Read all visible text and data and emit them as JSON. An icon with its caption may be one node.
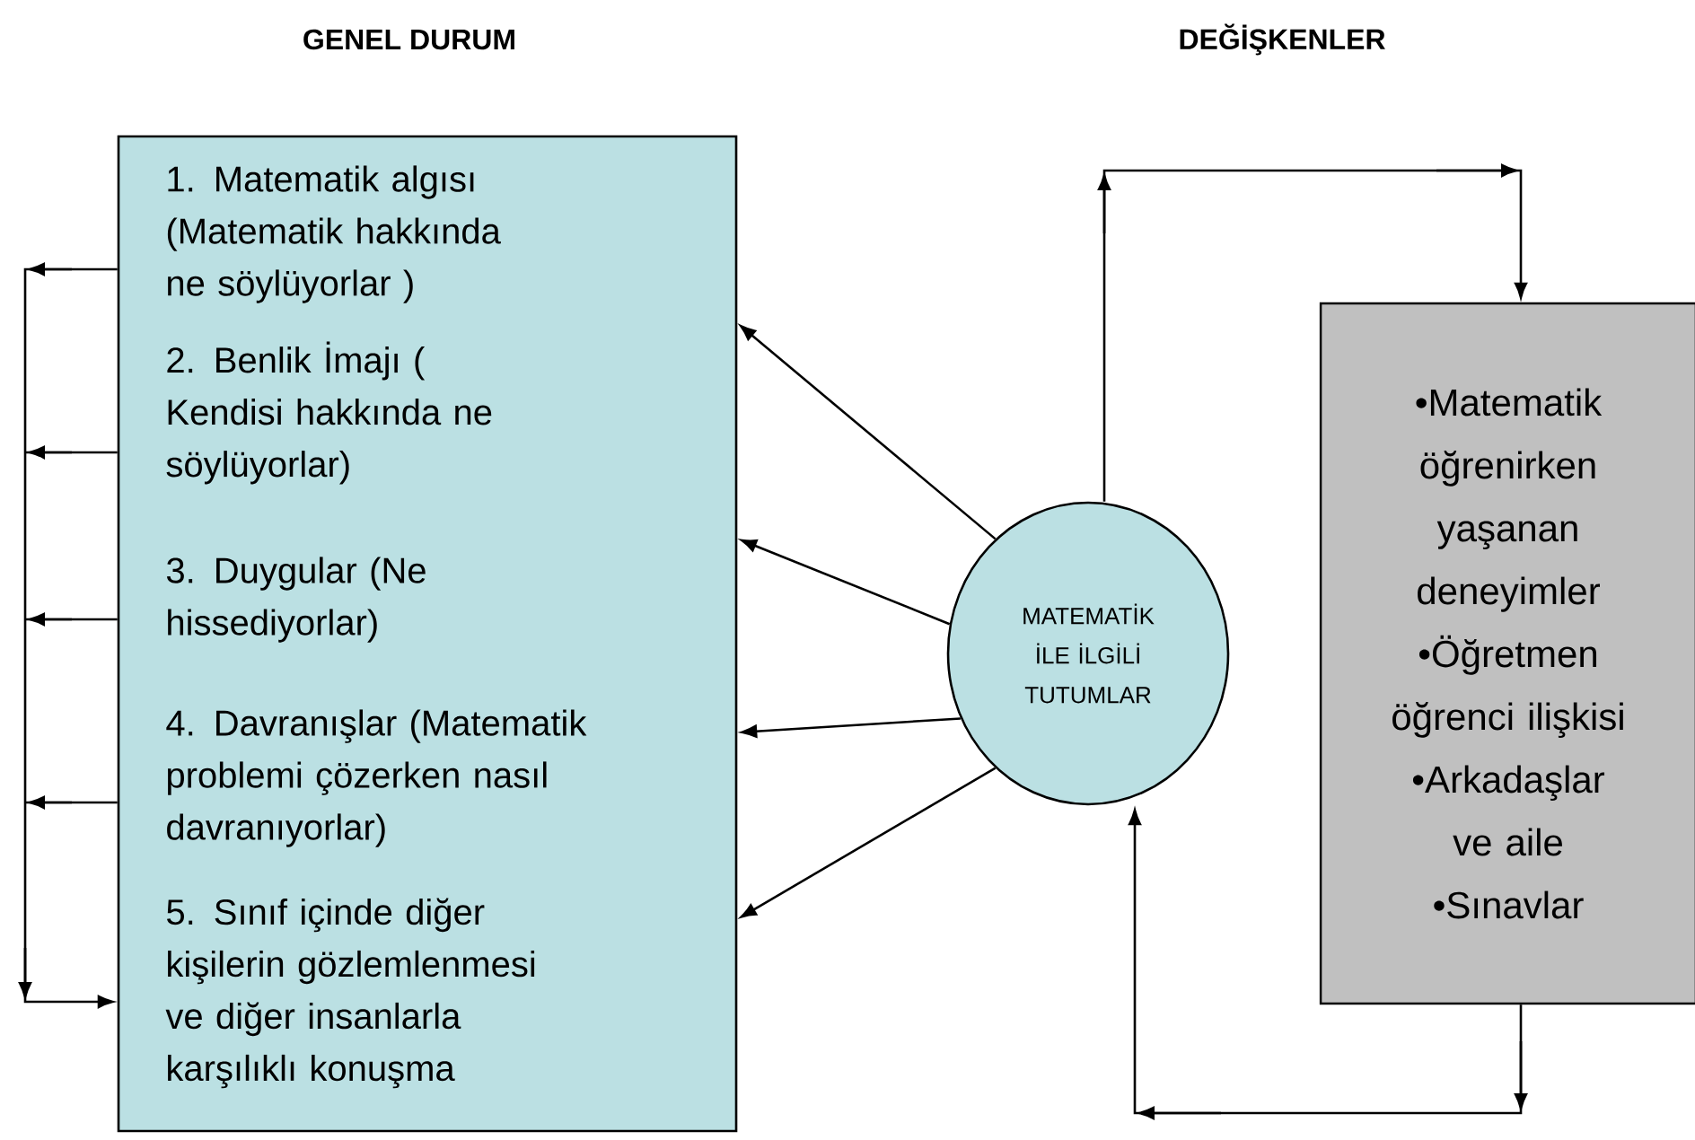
{
  "diagram": {
    "nodes": [
      {
        "text": [
          "1. Matematik algısı (Matematik hakkında ne söylüyorlar )",
          "2. Benlik İmajı ( Kendisi hakkında ne söylüyorlar)",
          "3. Duygular (Ne hissediyorlar)",
          "4. Davranışlar (Matematik problemi çözerken nasıl davranıyorlar)",
          "5. Sınıf içinde diğer kişilerin gözlemlenmesi ve diğer insanlarla karşılıklı konuşma"
        ]
      },
      {
        "text": [
          "MATEMATİK İLE İLGİLİ TUTUMLAR"
        ]
      },
      {
        "text": [
          "•Matematik öğrenirken yaşanan deneyimler",
          "•Öğretmen öğrenci ilişkisi",
          "•Arkadaşlar ve aile",
          "•Sınavlar"
        ]
      }
    ],
    "edges": [
      {
        "from": 1,
        "to": 0,
        "arrow": "to"
      },
      {
        "from": 1,
        "to": 0,
        "arrow": "to"
      },
      {
        "from": 1,
        "to": 0,
        "arrow": "to"
      },
      {
        "from": 1,
        "to": 0,
        "arrow": "to"
      },
      {
        "from": 0,
        "to": 0,
        "arrow": "to"
      },
      {
        "from": 1,
        "to": 2,
        "arrow": "to"
      },
      {
        "from": 2,
        "to": 1,
        "arrow": "to"
      }
    ],
    "labels": [
      "GENEL DURUM",
      "DEĞİŞKENLER"
    ]
  }
}
